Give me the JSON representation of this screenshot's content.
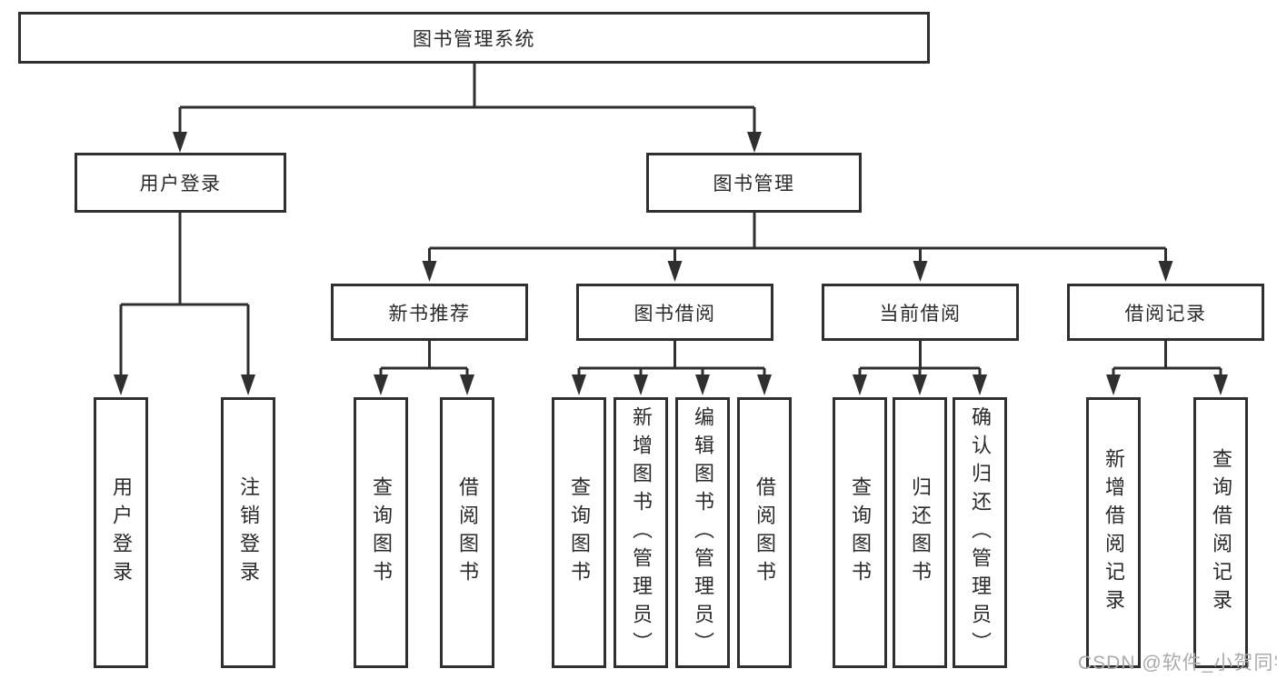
{
  "colors": {
    "line": "#2f2f2f",
    "text": "#2a2a2a",
    "background": "#ffffff",
    "watermark_color": "#ababab"
  },
  "watermark": "CSDN @软件_小贺同学",
  "tree": {
    "root": {
      "label": "图书管理系统"
    },
    "branches": [
      {
        "label": "用户登录",
        "children": [
          {
            "label": "用户登录"
          },
          {
            "label": "注销登录"
          }
        ]
      },
      {
        "label": "图书管理",
        "children": [
          {
            "label": "新书推荐",
            "children": [
              {
                "label": "查询图书"
              },
              {
                "label": "借阅图书"
              }
            ]
          },
          {
            "label": "图书借阅",
            "children": [
              {
                "label": "查询图书"
              },
              {
                "label": "新增图书（管理员）"
              },
              {
                "label": "编辑图书（管理员）"
              },
              {
                "label": "借阅图书"
              }
            ]
          },
          {
            "label": "当前借阅",
            "children": [
              {
                "label": "查询图书"
              },
              {
                "label": "归还图书"
              },
              {
                "label": "确认归还（管理员）"
              }
            ]
          },
          {
            "label": "借阅记录",
            "children": [
              {
                "label": "新增借阅记录"
              },
              {
                "label": "查询借阅记录"
              }
            ]
          }
        ]
      }
    ]
  }
}
